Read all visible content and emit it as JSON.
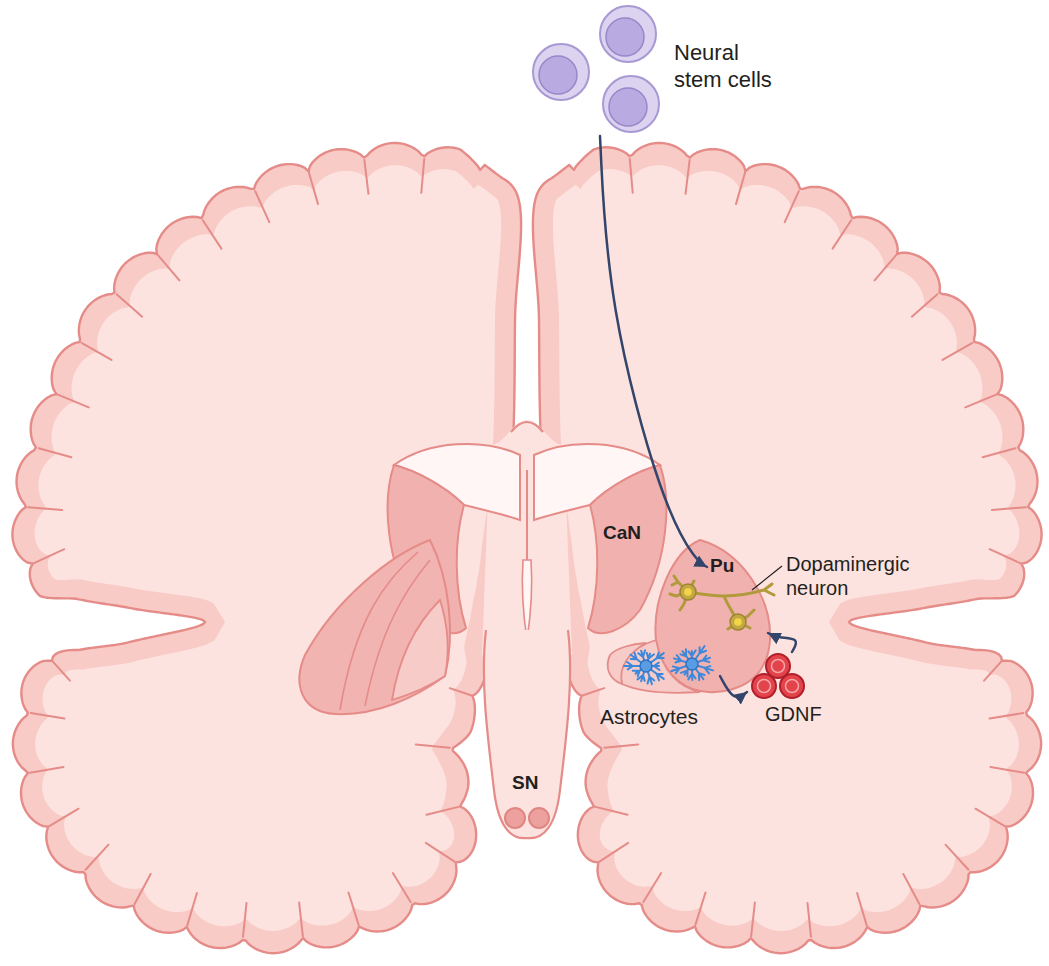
{
  "diagram": {
    "nodes": [
      {
        "text": [
          "Neural stem cells"
        ]
      },
      {
        "text": [
          "Pu"
        ]
      },
      {
        "text": [
          "Dopaminergic neuron"
        ]
      },
      {
        "text": [
          "Astrocytes"
        ]
      },
      {
        "text": [
          "GDNF"
        ]
      }
    ],
    "edges": [
      {
        "from": 0,
        "to": 1,
        "arrow": "to"
      },
      {
        "from": 3,
        "to": 4,
        "arrow": "to"
      },
      {
        "from": 4,
        "to": 2,
        "arrow": "to"
      }
    ],
    "labels": [
      "CaN",
      "SN"
    ]
  }
}
